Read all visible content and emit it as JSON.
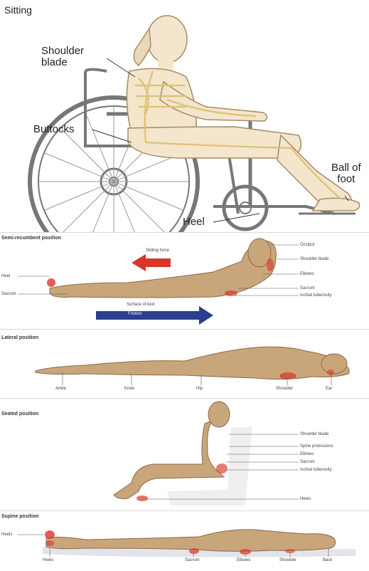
{
  "sitting": {
    "title": "Sitting",
    "labels": {
      "shoulder_blade": "Shoulder\nblade",
      "buttocks": "Buttocks",
      "heel": "Heel",
      "ball_of_foot": "Ball of\nfoot"
    }
  },
  "semi_recumbent": {
    "title": "Semi-recumbent position",
    "sliding_force": "Sliding force",
    "surface_of_bed": "Surface of bed",
    "friction": "Friction",
    "left_labels": [
      "Heel",
      "Sacrum"
    ],
    "right_labels": [
      "Occiput",
      "Shoulder blade",
      "Elbows",
      "Sacrum",
      "Ischial tuberosity"
    ]
  },
  "lateral": {
    "title": "Lateral position",
    "bottom_labels": [
      "Ankle",
      "Knee",
      "Hip",
      "Shoulder",
      "Ear"
    ]
  },
  "seated": {
    "title": "Seated position",
    "right_labels": [
      "Shoulder blade",
      "Spine protrusions",
      "Elbows",
      "Sacrum",
      "Ischial tuberosity",
      "Heels"
    ]
  },
  "supine": {
    "title": "Supine position",
    "left_label": "Heels",
    "bottom_labels": [
      "Heels",
      "Sacrum",
      "Elbows",
      "Shoulder",
      "Back"
    ]
  },
  "colors": {
    "skin": "#c9a57a",
    "skin_dark": "#8a6a48",
    "pressure": "#d9362a",
    "friction_arrow": "#2a3f8f",
    "sliding_arrow": "#d9362a"
  }
}
